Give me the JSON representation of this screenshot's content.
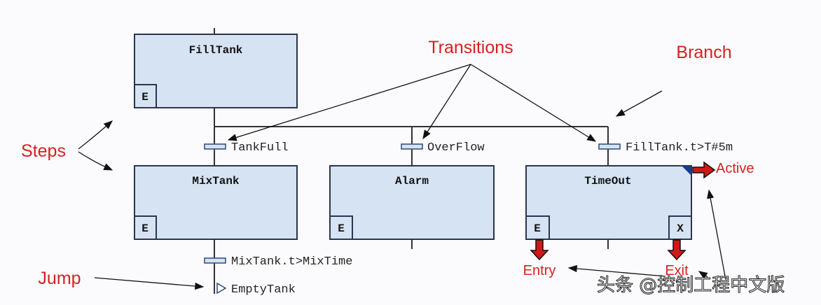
{
  "steps": {
    "filltank": {
      "name": "FillTank",
      "entry": "E"
    },
    "mixtank": {
      "name": "MixTank",
      "entry": "E"
    },
    "alarm": {
      "name": "Alarm",
      "entry": "E"
    },
    "timeout": {
      "name": "TimeOut",
      "entry": "E",
      "exit": "X"
    }
  },
  "transitions": {
    "tankfull": "TankFull",
    "overflow": "OverFlow",
    "filltank_time": "FillTank.t>T#5m",
    "mixtank_time": "MixTank.t>MixTime"
  },
  "jump": {
    "target": "EmptyTank"
  },
  "callouts": {
    "transitions": "Transitions",
    "branch": "Branch",
    "steps": "Steps",
    "jump": "Jump",
    "active": "Active",
    "entry": "Entry",
    "exit": "Exit"
  },
  "watermark": "头条 @控制工程中文版",
  "colors": {
    "step_fill": "#d6e3f3",
    "callout": "#d62020",
    "block_arrow": "#d01818"
  }
}
